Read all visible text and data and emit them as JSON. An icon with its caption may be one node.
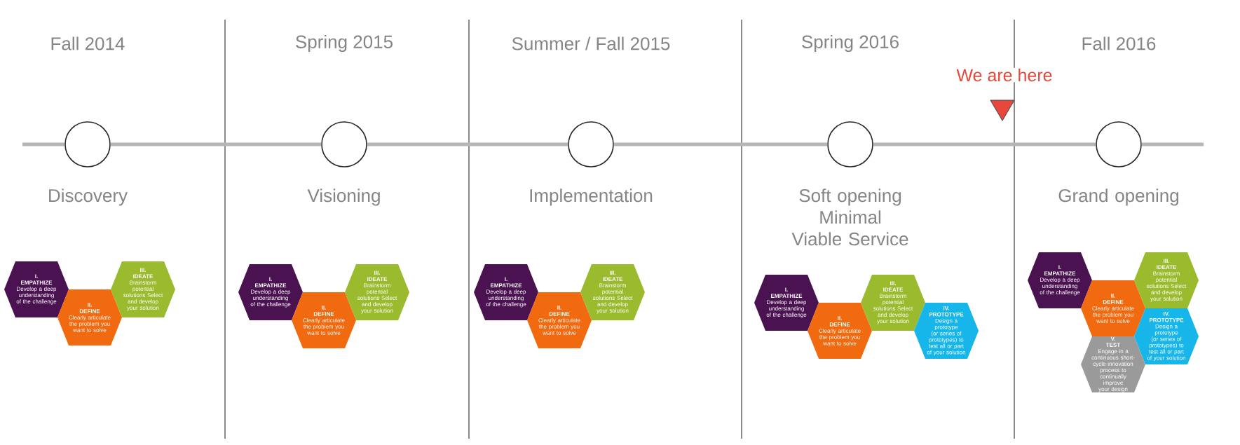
{
  "diagram": {
    "nodes": [
      {
        "text": [
          "Fall 2014",
          "Discovery"
        ]
      },
      {
        "text": [
          "Spring 2015",
          "Visioning"
        ]
      },
      {
        "text": [
          "Summer / Fall 2015",
          "Implementation"
        ]
      },
      {
        "text": [
          "Spring 2016",
          "Soft opening Minimal Viable Service"
        ]
      },
      {
        "text": [
          "Fall 2016",
          "Grand opening"
        ]
      },
      {
        "text": [
          "I.",
          "EMPATHIZE",
          "Develop a deep understanding of the challenge"
        ]
      },
      {
        "text": [
          "II.",
          "DEFINE",
          "Clearly articulate the problem you want to solve"
        ]
      },
      {
        "text": [
          "III.",
          "IDEATE",
          "Brainstorm potential solutions Select and develop your solution"
        ]
      },
      {
        "text": [
          "I.",
          "EMPATHIZE",
          "Develop a deep understanding of the challenge"
        ]
      },
      {
        "text": [
          "II.",
          "DEFINE",
          "Clearly articulate the problem you want to solve"
        ]
      },
      {
        "text": [
          "III.",
          "IDEATE",
          "Brainstorm potential solutions Select and develop your solution"
        ]
      },
      {
        "text": [
          "I.",
          "EMPATHIZE",
          "Develop a deep understanding of the challenge"
        ]
      },
      {
        "text": [
          "II.",
          "DEFINE",
          "Clearly articulate the problem you want to solve"
        ]
      },
      {
        "text": [
          "III.",
          "IDEATE",
          "Brainstorm potential solutions Select and develop your solution"
        ]
      },
      {
        "text": [
          "I.",
          "EMPATHIZE",
          "Develop a deep understanding of the challenge"
        ]
      },
      {
        "text": [
          "II.",
          "DEFINE",
          "Clearly articulate the problem you want to solve"
        ]
      },
      {
        "text": [
          "III.",
          "IDEATE",
          "Brainstorm potential solutions Select and develop your solution"
        ]
      },
      {
        "text": [
          "IV.",
          "PROTOTYPE",
          "Design a prototype (or series of prototypes) to test all or part of your solution"
        ]
      },
      {
        "text": [
          "I.",
          "EMPATHIZE",
          "Develop a deep understanding of the challenge"
        ]
      },
      {
        "text": [
          "II.",
          "DEFINE",
          "Clearly articulate the problem you want to solve"
        ]
      },
      {
        "text": [
          "III.",
          "IDEATE",
          "Brainstorm potential solutions Select and develop your solution"
        ]
      },
      {
        "text": [
          "IV.",
          "PROTOTYPE",
          "Design a prototype (or series of prototypes) to test all or part of your solution"
        ]
      },
      {
        "text": [
          "V.",
          "TEST",
          "Engage in a continuous short-cycle innovation process to continually improve your design"
        ]
      }
    ],
    "edges": [
      {
        "from": 0,
        "to": 1,
        "arrow": "none"
      },
      {
        "from": 1,
        "to": 2,
        "arrow": "none"
      },
      {
        "from": 2,
        "to": 3,
        "arrow": "none"
      },
      {
        "from": 3,
        "to": 4,
        "arrow": "none"
      }
    ],
    "labels": [
      "We are here"
    ]
  }
}
